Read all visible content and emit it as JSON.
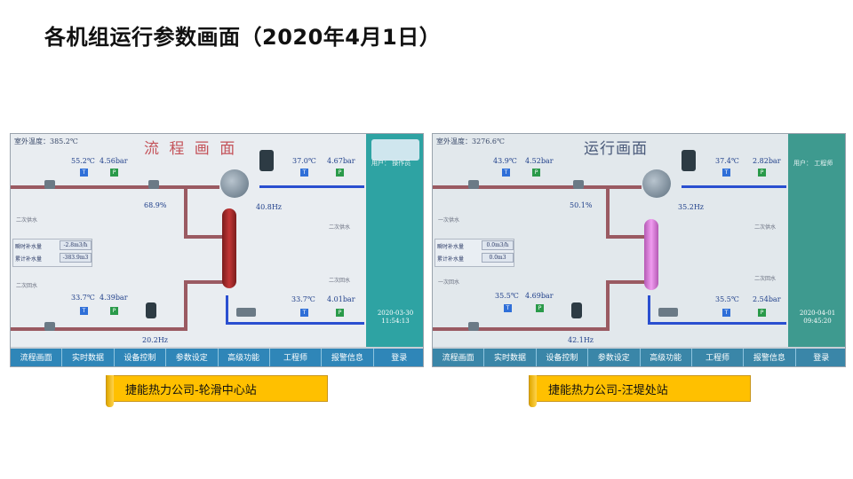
{
  "slide": {
    "title": "各机组运行参数画面（2020年4月1日）"
  },
  "panels": [
    {
      "caption": "捷能热力公司-轮滑中心站",
      "outdoor_temp": "室外温度：385.2℃",
      "screen_title": "流 程 画 面",
      "values": {
        "t1": "55.2℃",
        "p1": "4.56bar",
        "valve_open": "68.9%",
        "freq_main": "40.8Hz",
        "t2": "37.0℃",
        "p2": "4.67bar",
        "t3": "33.7℃",
        "p3": "4.39bar",
        "freq_make": "20.2Hz",
        "t4": "33.7℃",
        "p4": "4.01bar"
      },
      "labels": {
        "supply1": "二次供水",
        "supply2": "二次供水",
        "return1": "二次回水",
        "return2": "二次回水",
        "instant_fill": "瞬时补水量",
        "instant_fill_val": "-2.8m3/h",
        "total_fill": "累计补水量",
        "total_fill_val": "-383.9m3",
        "user": "用户：  操作员"
      },
      "datetime_line1": "2020-03-30",
      "datetime_line2": "11:54:13",
      "nav": [
        "流程画面",
        "实时数据",
        "设备控制",
        "参数设定",
        "高级功能",
        "工程师",
        "报警信息",
        "登录"
      ]
    },
    {
      "caption": "捷能热力公司-汪堤处站",
      "outdoor_temp": "室外温度：3276.6℃",
      "screen_title": "运行画面",
      "values": {
        "t1": "43.9℃",
        "p1": "4.52bar",
        "valve_open": "50.1%",
        "freq_main": "35.2Hz",
        "t2": "37.4℃",
        "p2": "2.82bar",
        "t3": "35.5℃",
        "p3": "4.69bar",
        "freq_make": "42.1Hz",
        "t4": "35.5℃",
        "p4": "2.54bar"
      },
      "labels": {
        "supply1": "一次供水",
        "supply2": "二次供水",
        "return1": "一次回水",
        "return2": "二次回水",
        "instant_fill": "瞬时补水量",
        "instant_fill_val": "0.0m3/h",
        "total_fill": "累计补水量",
        "total_fill_val": "0.0m3",
        "user": "用户：  工程师"
      },
      "datetime_line1": "2020-04-01",
      "datetime_line2": "09:45:20",
      "nav": [
        "流程画面",
        "实时数据",
        "设备控制",
        "参数设定",
        "高级功能",
        "工程师",
        "报警信息",
        "登录"
      ]
    }
  ]
}
